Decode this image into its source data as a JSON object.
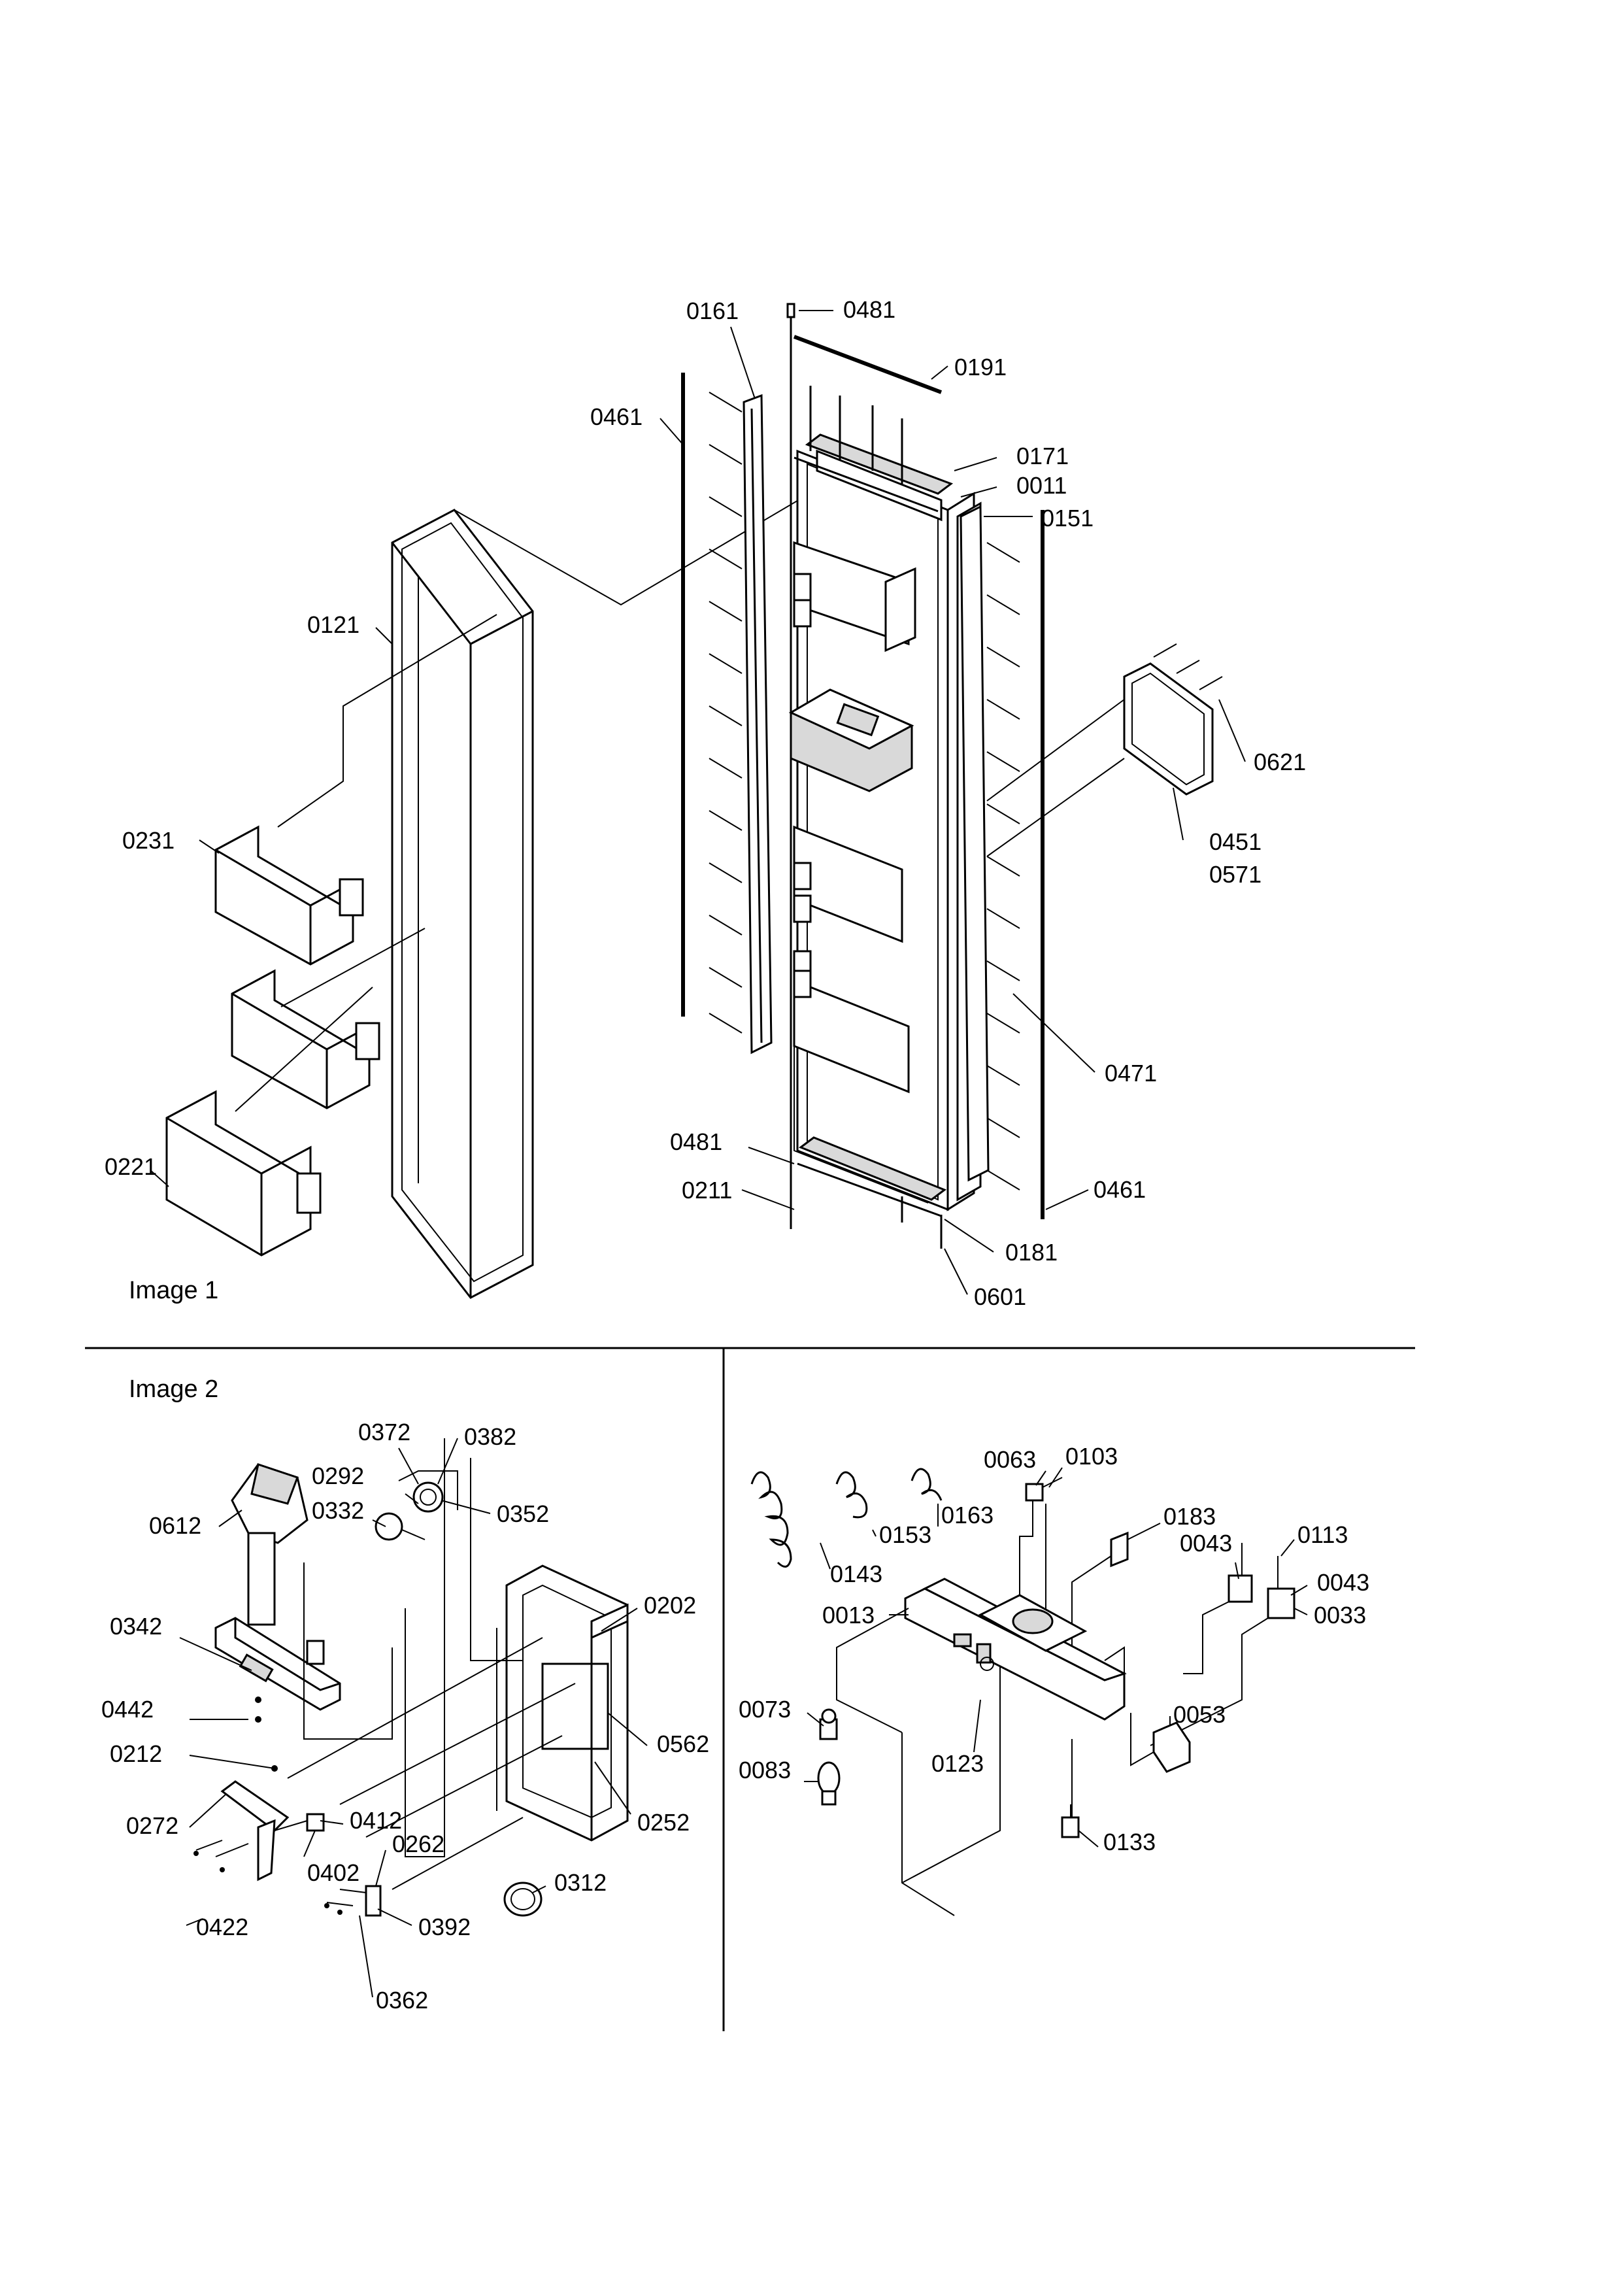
{
  "panels": {
    "image1_title": "Image 1",
    "image2_title": "Image 2"
  },
  "labels": [
    "0161",
    "0481",
    "0191",
    "0461",
    "0171",
    "0011",
    "0151",
    "0121",
    "0621",
    "0231",
    "0451",
    "0571",
    "0471",
    "0481",
    "0221",
    "0211",
    "0461",
    "0181",
    "0601",
    "0372",
    "0382",
    "0292",
    "0612",
    "0332",
    "0352",
    "0342",
    "0202",
    "0442",
    "0562",
    "0212",
    "0252",
    "0272",
    "0412",
    "0262",
    "0402",
    "0312",
    "0422",
    "0392",
    "0362",
    "0063",
    "0103",
    "0183",
    "0153",
    "0163",
    "0043",
    "0113",
    "0143",
    "0043",
    "0013",
    "0033",
    "0073",
    "0053",
    "0123",
    "0083",
    "0133"
  ]
}
